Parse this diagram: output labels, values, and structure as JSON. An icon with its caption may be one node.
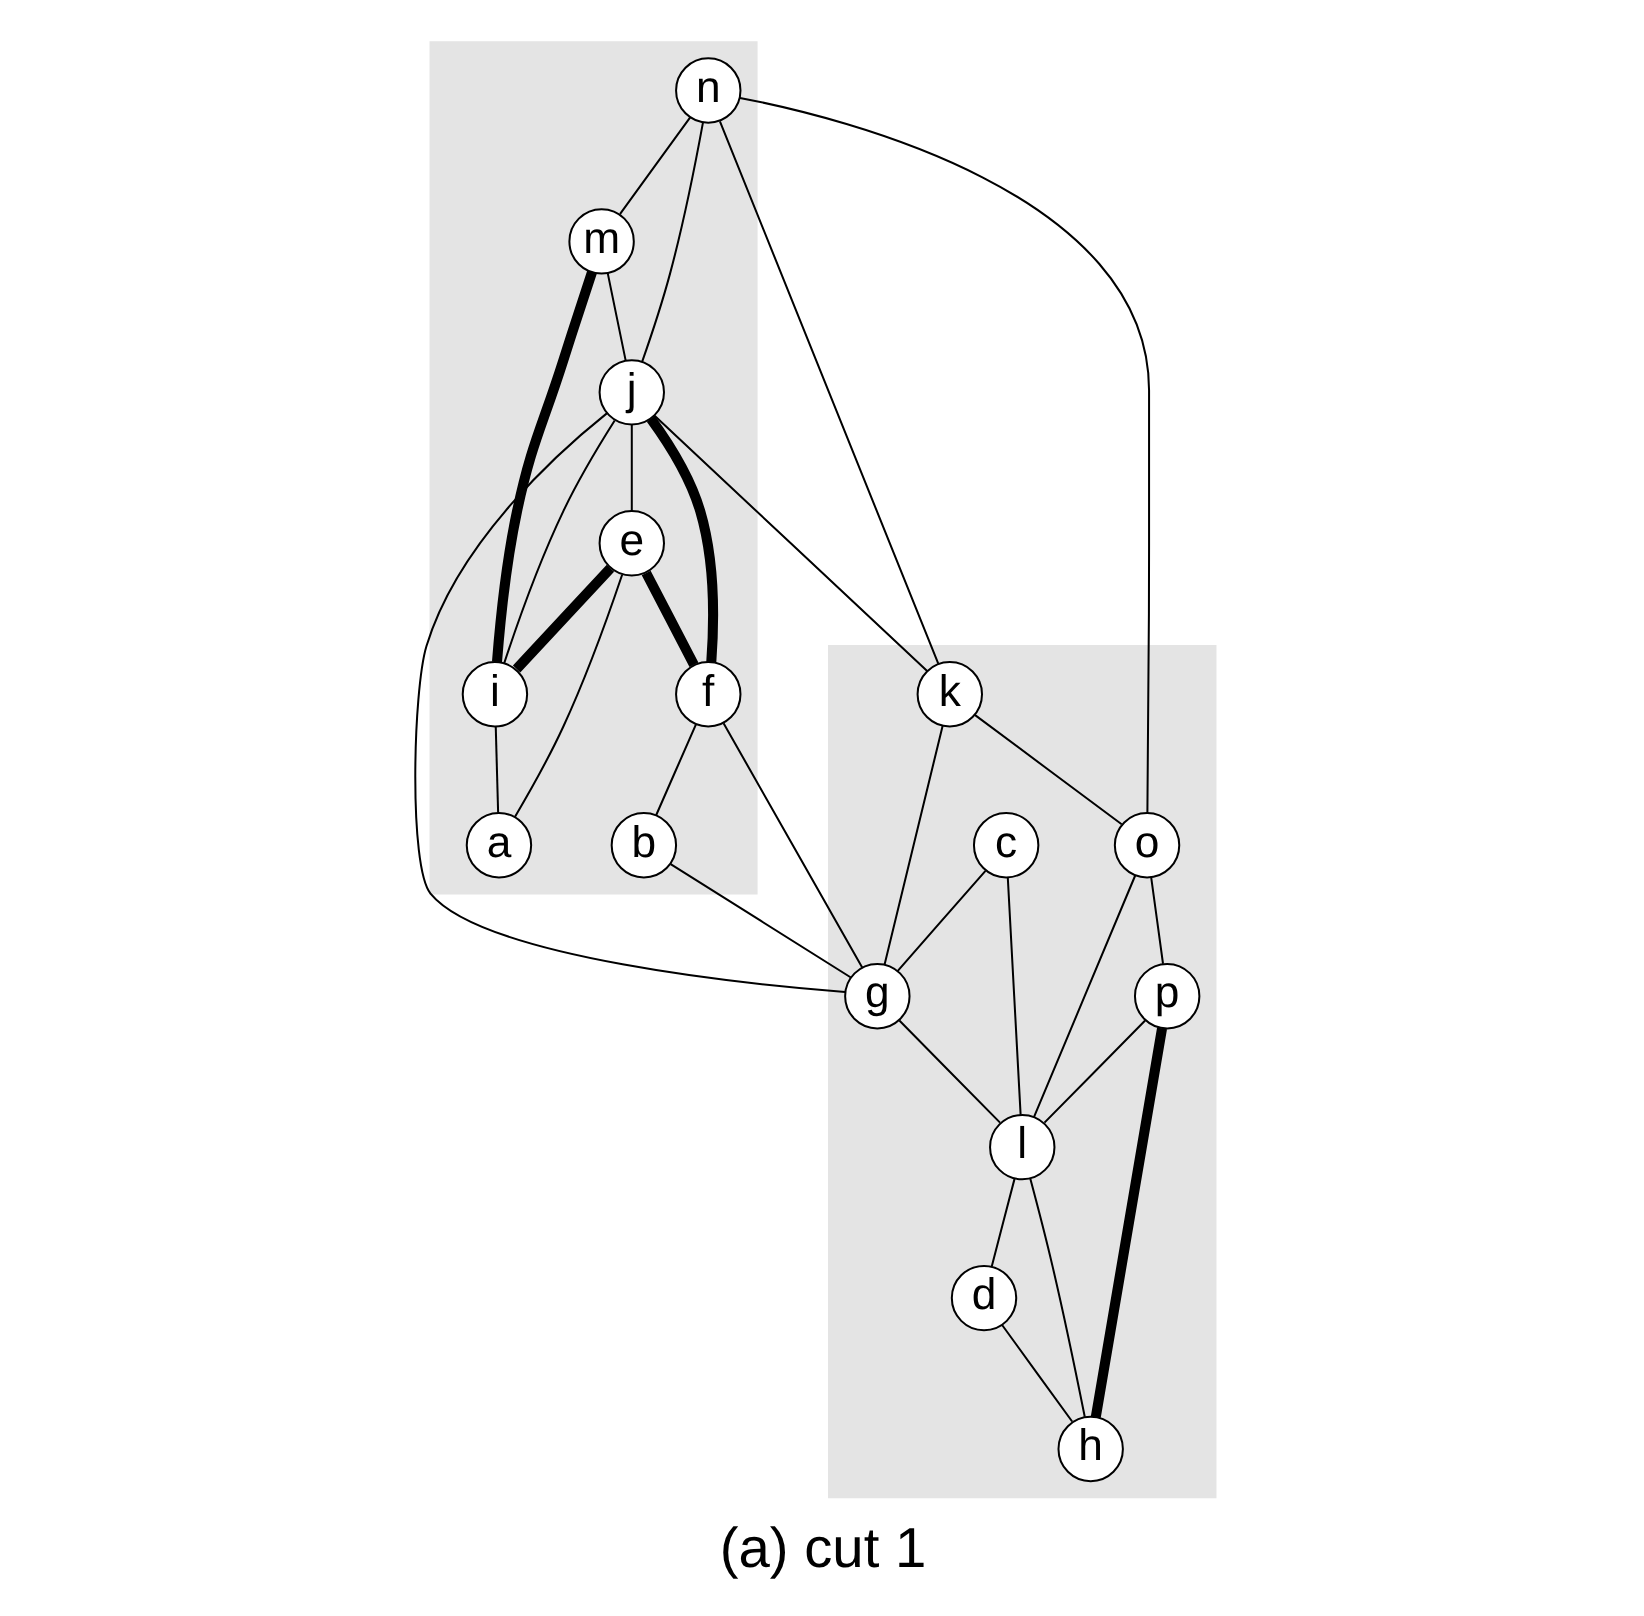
{
  "diagram": {
    "caption": "(a) cut 1",
    "nodes": [
      {
        "text": [],
        "shape": "box"
      },
      {
        "text": [],
        "shape": "box"
      },
      {
        "text": [
          "n"
        ],
        "in": 0
      },
      {
        "text": [
          "o"
        ],
        "in": 1
      },
      {
        "text": [
          "m"
        ],
        "in": 0
      },
      {
        "text": [
          "j"
        ],
        "in": 0
      },
      {
        "text": [
          "k"
        ],
        "in": 1
      },
      {
        "text": [
          "c"
        ],
        "in": 1
      },
      {
        "text": [
          "p"
        ],
        "in": 1
      },
      {
        "text": [
          "e"
        ],
        "in": 0
      },
      {
        "text": [
          "f"
        ],
        "in": 0
      },
      {
        "text": [
          "g"
        ],
        "in": 1
      },
      {
        "text": [
          "l"
        ],
        "in": 1
      },
      {
        "text": [
          "i"
        ],
        "in": 0
      },
      {
        "text": [
          "h"
        ],
        "in": 1
      },
      {
        "text": [
          "a"
        ],
        "in": 0
      },
      {
        "text": [
          "b"
        ],
        "in": 0
      },
      {
        "text": [
          "d"
        ],
        "in": 1
      }
    ],
    "edges": [
      {
        "from": 2,
        "to": 4,
        "arrow": "none"
      },
      {
        "from": 2,
        "to": 5,
        "arrow": "none"
      },
      {
        "from": 2,
        "to": 6,
        "arrow": "none"
      },
      {
        "from": 2,
        "to": 3,
        "arrow": "none"
      },
      {
        "from": 4,
        "to": 5,
        "arrow": "none"
      },
      {
        "from": 4,
        "to": 13,
        "arrow": "none",
        "style": "thick"
      },
      {
        "from": 5,
        "to": 6,
        "arrow": "none"
      },
      {
        "from": 5,
        "to": 13,
        "arrow": "none"
      },
      {
        "from": 5,
        "to": 9,
        "arrow": "none"
      },
      {
        "from": 5,
        "to": 10,
        "arrow": "none",
        "style": "thick"
      },
      {
        "from": 5,
        "to": 11,
        "arrow": "none"
      },
      {
        "from": 9,
        "to": 13,
        "arrow": "none",
        "style": "thick"
      },
      {
        "from": 9,
        "to": 10,
        "arrow": "none",
        "style": "thick"
      },
      {
        "from": 9,
        "to": 15,
        "arrow": "none"
      },
      {
        "from": 13,
        "to": 15,
        "arrow": "none"
      },
      {
        "from": 10,
        "to": 11,
        "arrow": "none"
      },
      {
        "from": 10,
        "to": 16,
        "arrow": "none"
      },
      {
        "from": 16,
        "to": 11,
        "arrow": "none"
      },
      {
        "from": 6,
        "to": 11,
        "arrow": "none"
      },
      {
        "from": 6,
        "to": 3,
        "arrow": "none"
      },
      {
        "from": 7,
        "to": 11,
        "arrow": "none"
      },
      {
        "from": 7,
        "to": 12,
        "arrow": "none"
      },
      {
        "from": 3,
        "to": 12,
        "arrow": "none"
      },
      {
        "from": 3,
        "to": 8,
        "arrow": "none"
      },
      {
        "from": 8,
        "to": 12,
        "arrow": "none"
      },
      {
        "from": 8,
        "to": 14,
        "arrow": "none",
        "style": "thick"
      },
      {
        "from": 11,
        "to": 12,
        "arrow": "none"
      },
      {
        "from": 12,
        "to": 14,
        "arrow": "none"
      },
      {
        "from": 12,
        "to": 17,
        "arrow": "none"
      },
      {
        "from": 17,
        "to": 14,
        "arrow": "none"
      }
    ]
  }
}
